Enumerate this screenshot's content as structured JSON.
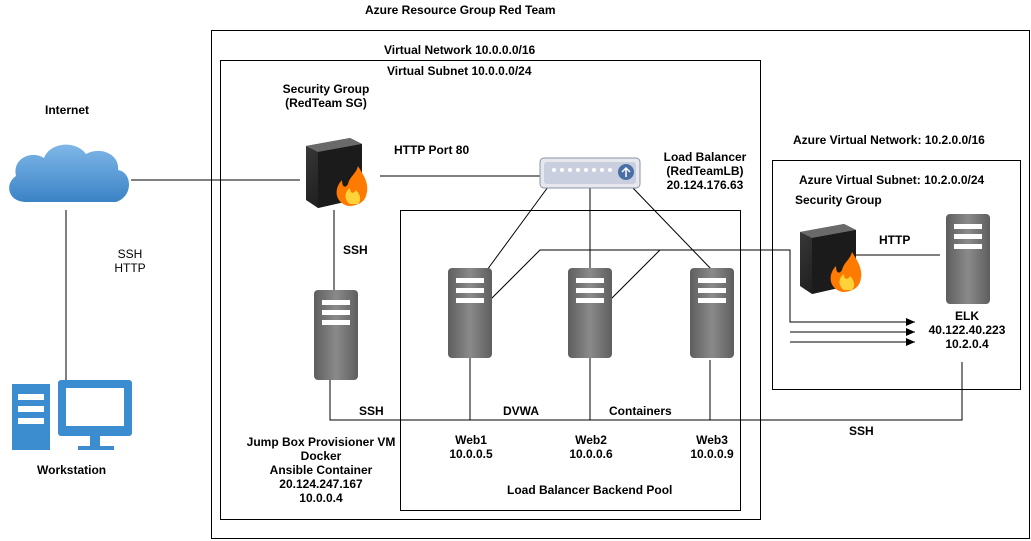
{
  "resource_group": {
    "label": "Azure Resource Group Red Team"
  },
  "vnet_red": {
    "label": "Virtual Network 10.0.0.0/16"
  },
  "subnet_red": {
    "label": "Virtual Subnet 10.0.0.0/24"
  },
  "internet": {
    "label": "Internet",
    "icon": "cloud-icon"
  },
  "workstation": {
    "label": "Workstation",
    "icon": "workstation-icon"
  },
  "internet_link": {
    "line1": "SSH",
    "line2": "HTTP"
  },
  "security_group": {
    "title": "Security Group",
    "name": "(RedTeam SG)",
    "icon": "firewall-icon"
  },
  "http_port": {
    "label": "HTTP Port 80"
  },
  "load_balancer": {
    "title": "Load Balancer",
    "name": "(RedTeamLB)",
    "ip": "20.124.176.63",
    "icon": "load-balancer-icon"
  },
  "sg_jump_link": {
    "label": "SSH"
  },
  "jump_box": {
    "line1": "Jump Box Provisioner VM",
    "line2": "Docker",
    "line3": "Ansible Container",
    "public_ip": "20.124.247.167",
    "private_ip": "10.0.0.4",
    "icon": "server-icon"
  },
  "jump_ssh": {
    "label": "SSH"
  },
  "dvwa": {
    "label": "DVWA"
  },
  "containers": {
    "label": "Containers"
  },
  "web1": {
    "name": "Web1",
    "ip": "10.0.0.5"
  },
  "web2": {
    "name": "Web2",
    "ip": "10.0.0.6"
  },
  "web3": {
    "name": "Web3",
    "ip": "10.0.0.9"
  },
  "backend_pool": {
    "label": "Load Balancer Backend Pool"
  },
  "vnet_elk": {
    "label": "Azure  Virtual Network: 10.2.0.0/16"
  },
  "subnet_elk": {
    "label": "Azure Virtual Subnet: 10.2.0.0/24"
  },
  "security_group_elk": {
    "label": "Security Group"
  },
  "elk_http": {
    "label": "HTTP"
  },
  "elk": {
    "name": "ELK",
    "public_ip": "40.122.40.223",
    "private_ip": "10.2.0.4"
  },
  "elk_ssh": {
    "label": "SSH"
  },
  "colors": {
    "server_dark": "#6b6b6b",
    "server_light": "#9a9a9a",
    "cloud": "#4e93d0",
    "flame": "#ff7a00"
  }
}
